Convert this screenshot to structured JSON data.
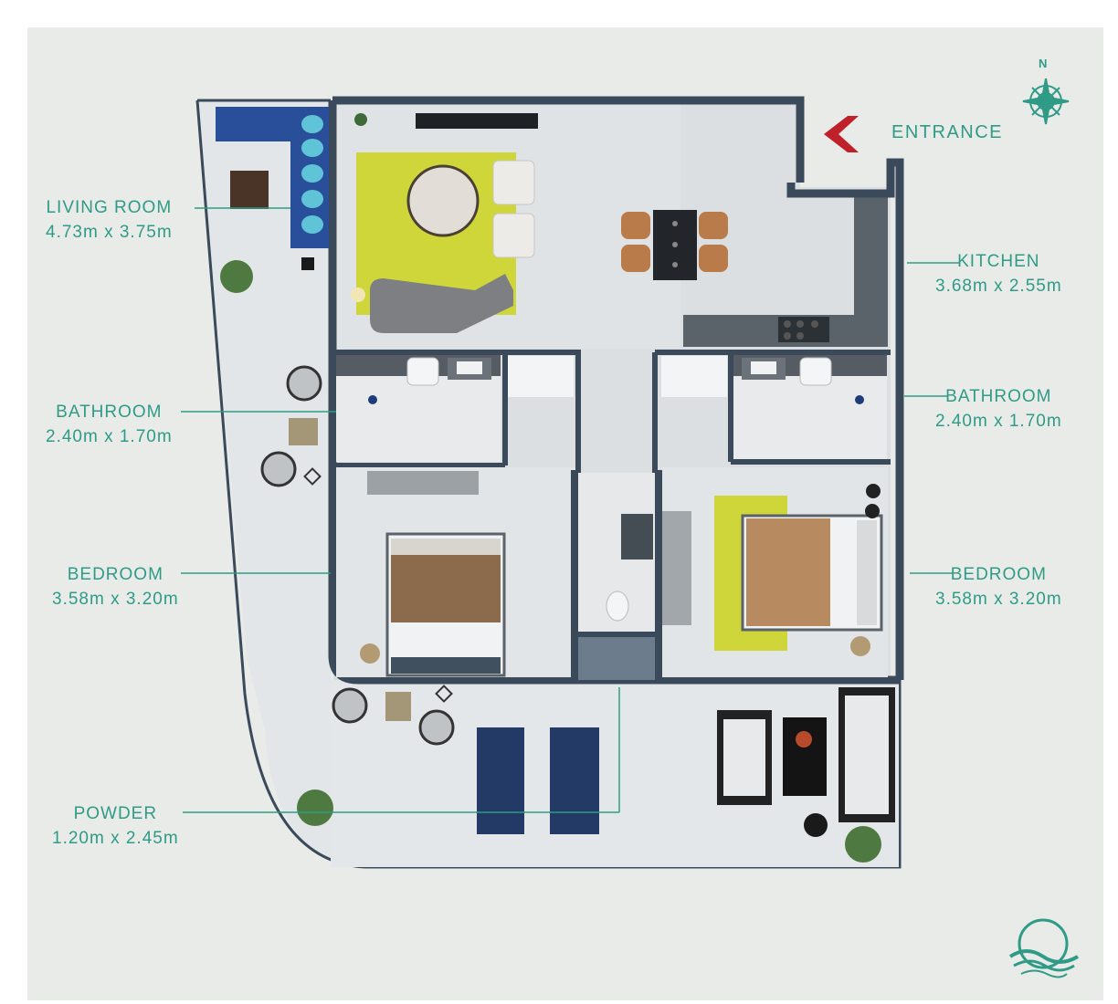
{
  "plan": {
    "compass_label": "N",
    "entrance_label": "ENTRANCE",
    "rooms": [
      {
        "id": "living-room",
        "name": "LIVING ROOM",
        "dims": "4.73m x 3.75m"
      },
      {
        "id": "kitchen",
        "name": "KITCHEN",
        "dims": "3.68m x 2.55m"
      },
      {
        "id": "bathroom-left",
        "name": "BATHROOM",
        "dims": "2.40m x 1.70m"
      },
      {
        "id": "bathroom-right",
        "name": "BATHROOM",
        "dims": "2.40m x 1.70m"
      },
      {
        "id": "bedroom-left",
        "name": "BEDROOM",
        "dims": "3.58m x 3.20m"
      },
      {
        "id": "bedroom-right",
        "name": "BEDROOM",
        "dims": "3.58m x 3.20m"
      },
      {
        "id": "powder",
        "name": "POWDER",
        "dims": "1.20m x 2.45m"
      }
    ],
    "colors": {
      "accent": "#2f9b86",
      "wall": "#3a4a5a",
      "entrance_arrow": "#c0202a",
      "rug": "#cfd63a",
      "floor": "#dcdfe1",
      "background": "#e9ebe9"
    },
    "icons": [
      "compass-icon",
      "entrance-arrow-icon",
      "brand-logo-icon"
    ]
  }
}
